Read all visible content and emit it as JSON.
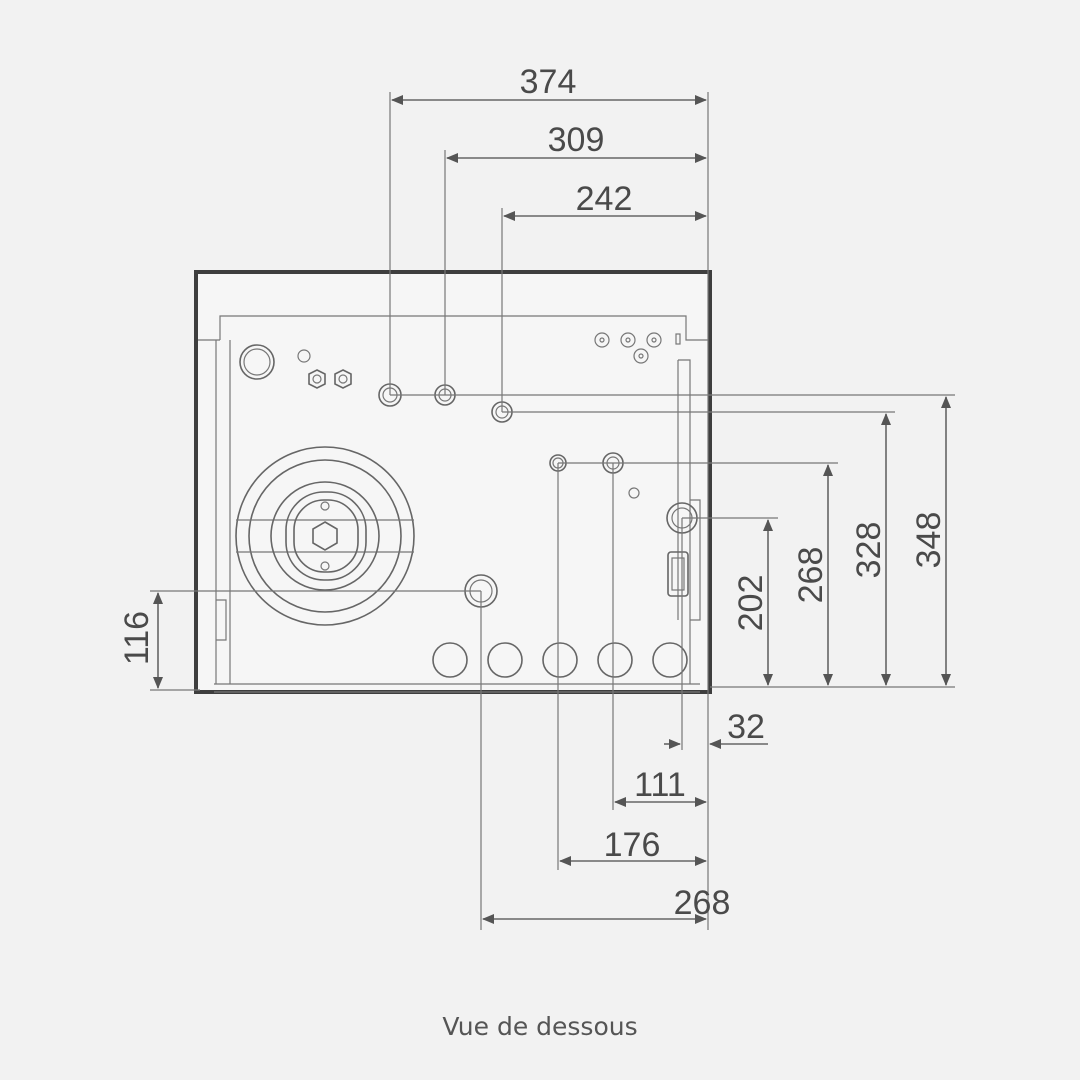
{
  "caption": "Vue de dessous",
  "colors": {
    "background": "#f2f2f2",
    "line": "#666666",
    "text": "#4a4a4a",
    "outline": "#3e3e3e"
  },
  "dimensions": {
    "top": [
      "374",
      "309",
      "242"
    ],
    "right": [
      "202",
      "268",
      "328",
      "348"
    ],
    "left": [
      "116"
    ],
    "bottom": [
      "32",
      "111",
      "176",
      "268"
    ]
  }
}
